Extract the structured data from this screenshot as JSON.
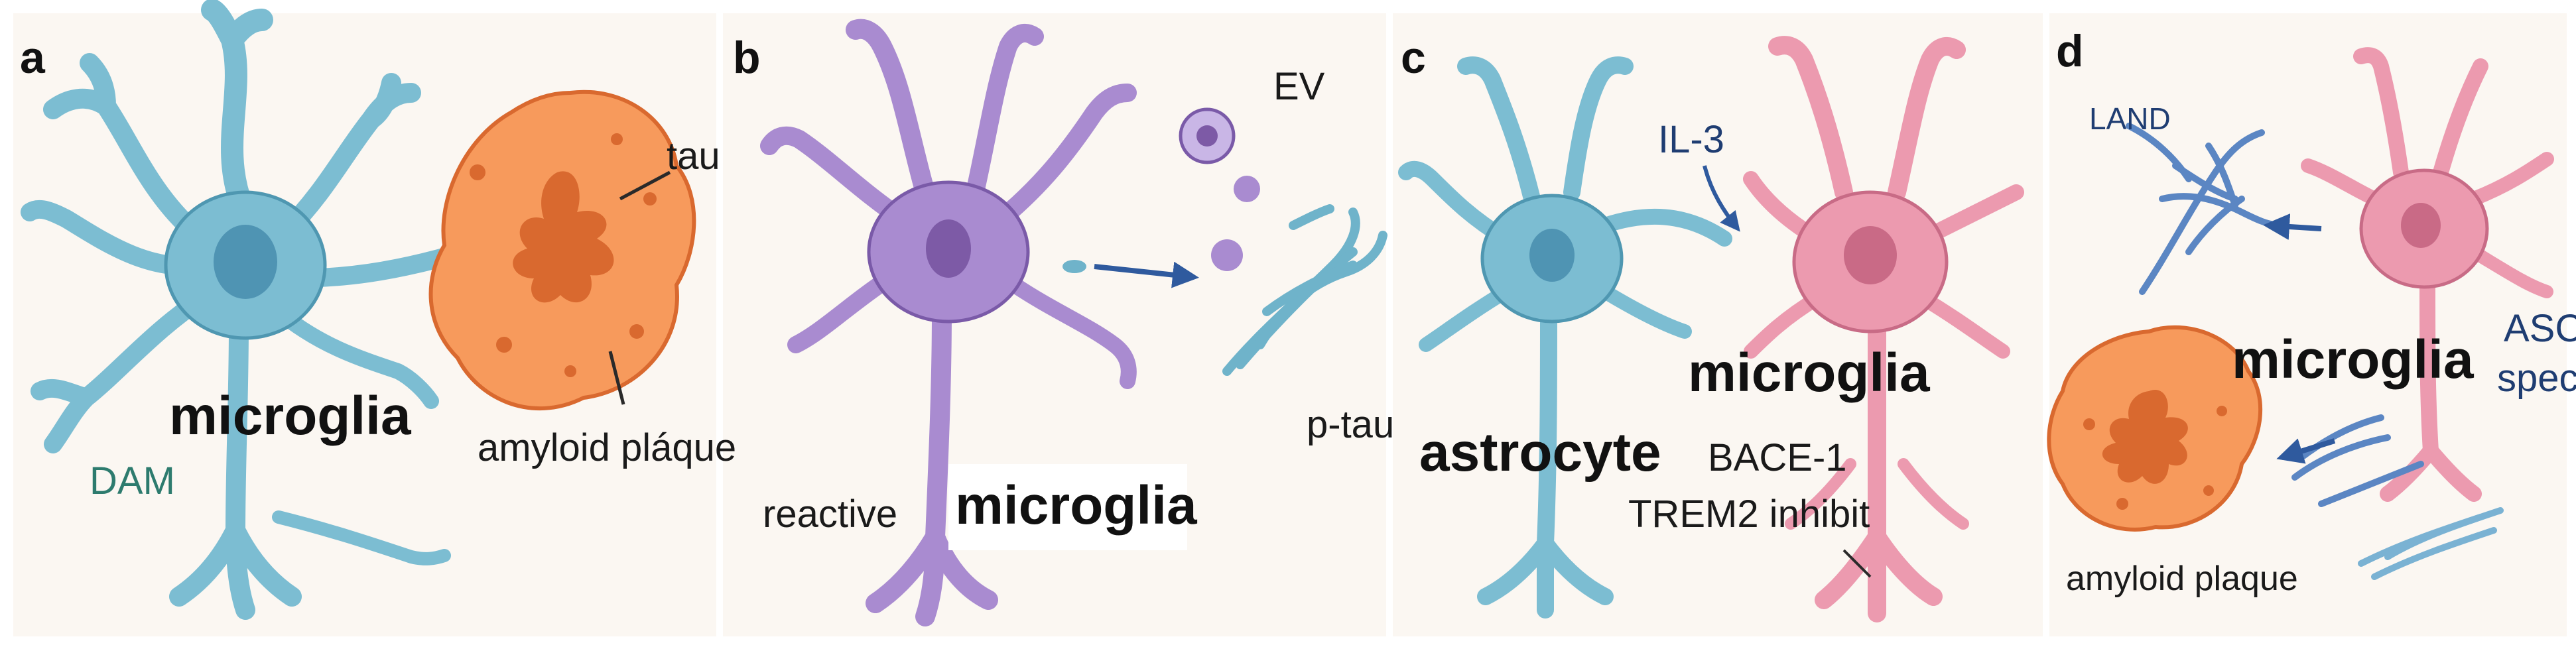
{
  "panels": {
    "a": {
      "letter": "a",
      "cell_label": "microglia",
      "state_label": "DAM",
      "tau_label": "tau",
      "plaque_label": "amyloid pláque",
      "colors": {
        "cell": "#7cbdd2",
        "cell_stroke": "#4f97b1",
        "nucleus": "#4f94b3",
        "plaque": "#f79a5c",
        "plaque_core": "#d9692f"
      }
    },
    "b": {
      "letter": "b",
      "state_label": "reactive",
      "cell_label": "microglia",
      "ev_label": "EV",
      "ptau_label": "p-tau",
      "colors": {
        "cell": "#a98bd0",
        "cell_stroke": "#7a5aa8",
        "nucleus": "#7d5aa6",
        "fibril": "#6fb3ca",
        "arrow": "#2f5a9e"
      }
    },
    "c": {
      "letter": "c",
      "cytokine_label": "IL-3",
      "astro_label": "astrocyte",
      "microglia_label": "microglia",
      "bace_label": "BACE-1",
      "trem_label": "TREM2 inhibit",
      "colors": {
        "astro": "#7cbdd2",
        "astro_stroke": "#4f97b1",
        "microglia": "#ec9aaf",
        "microglia_stroke": "#c86b86",
        "nucleus_m": "#c96a86"
      }
    },
    "d": {
      "letter": "d",
      "land_label": "LAND",
      "cell_label": "microglia",
      "asc_label": "ASC",
      "speck_label": "speck",
      "plaque_label": "amyloid plaque",
      "colors": {
        "cell": "#ec9aaf",
        "plaque": "#f79a5c",
        "fibril": "#5b86c3",
        "arrow": "#2f5a9e"
      }
    }
  }
}
